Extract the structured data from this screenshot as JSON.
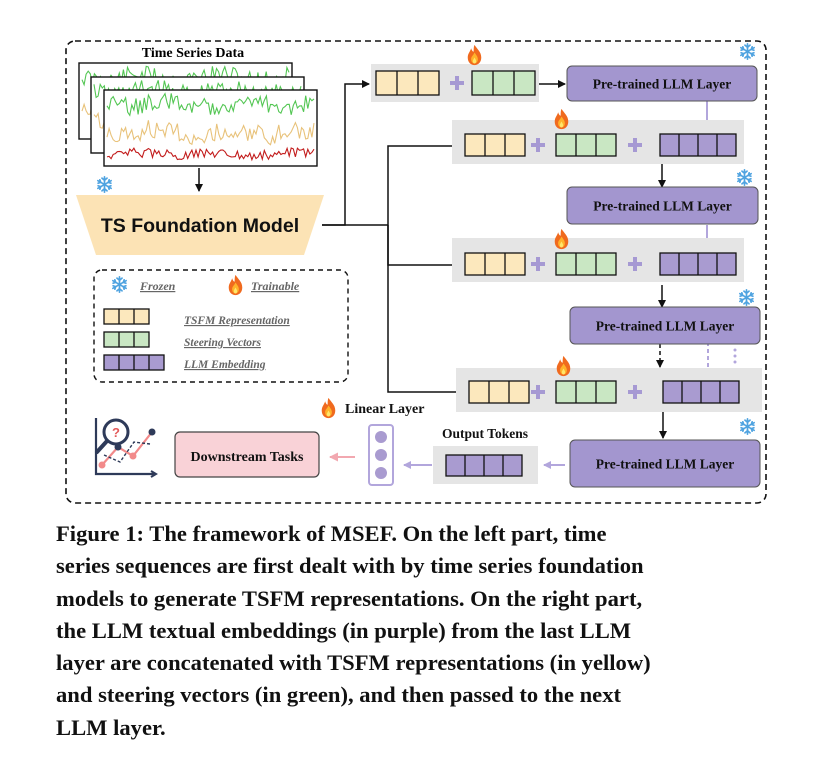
{
  "diagram": {
    "time_series_title": "Time Series Data",
    "ts_foundation_model": "TS Foundation Model",
    "llm_layer_label": "Pre-trained LLM Layer",
    "linear_layer": "Linear Layer",
    "output_tokens": "Output Tokens",
    "downstream_tasks": "Downstream Tasks",
    "legend": {
      "frozen": "Frozen",
      "trainable": "Trainable",
      "tsfm_representation": "TSFM Representation",
      "steering_vectors": "Steering Vectors",
      "llm_embedding": "LLM Embedding"
    },
    "colors": {
      "tsfm_yellow": "#FCE8BD",
      "steering_green": "#C9E7C3",
      "llm_purple": "#A99BD0",
      "layer_purple": "#A396CF",
      "panel_gray": "#E5E5E5",
      "foundation_beige": "#FCE3B5",
      "downstream_pink": "#F9D2D7",
      "arrow_lavender": "#AFA3D9",
      "arrow_pink": "#F2A8B0"
    }
  },
  "caption": {
    "lines": [
      "Figure 1: The framework of MSEF. On the left part, time",
      "series sequences are first dealt with by time series foundation",
      "models to generate TSFM representations. On the right part,",
      "the LLM textual embeddings (in purple) from the last LLM",
      "layer are concatenated with TSFM representations (in yellow)",
      "and steering vectors (in green), and then passed to the next",
      "LLM layer."
    ]
  }
}
